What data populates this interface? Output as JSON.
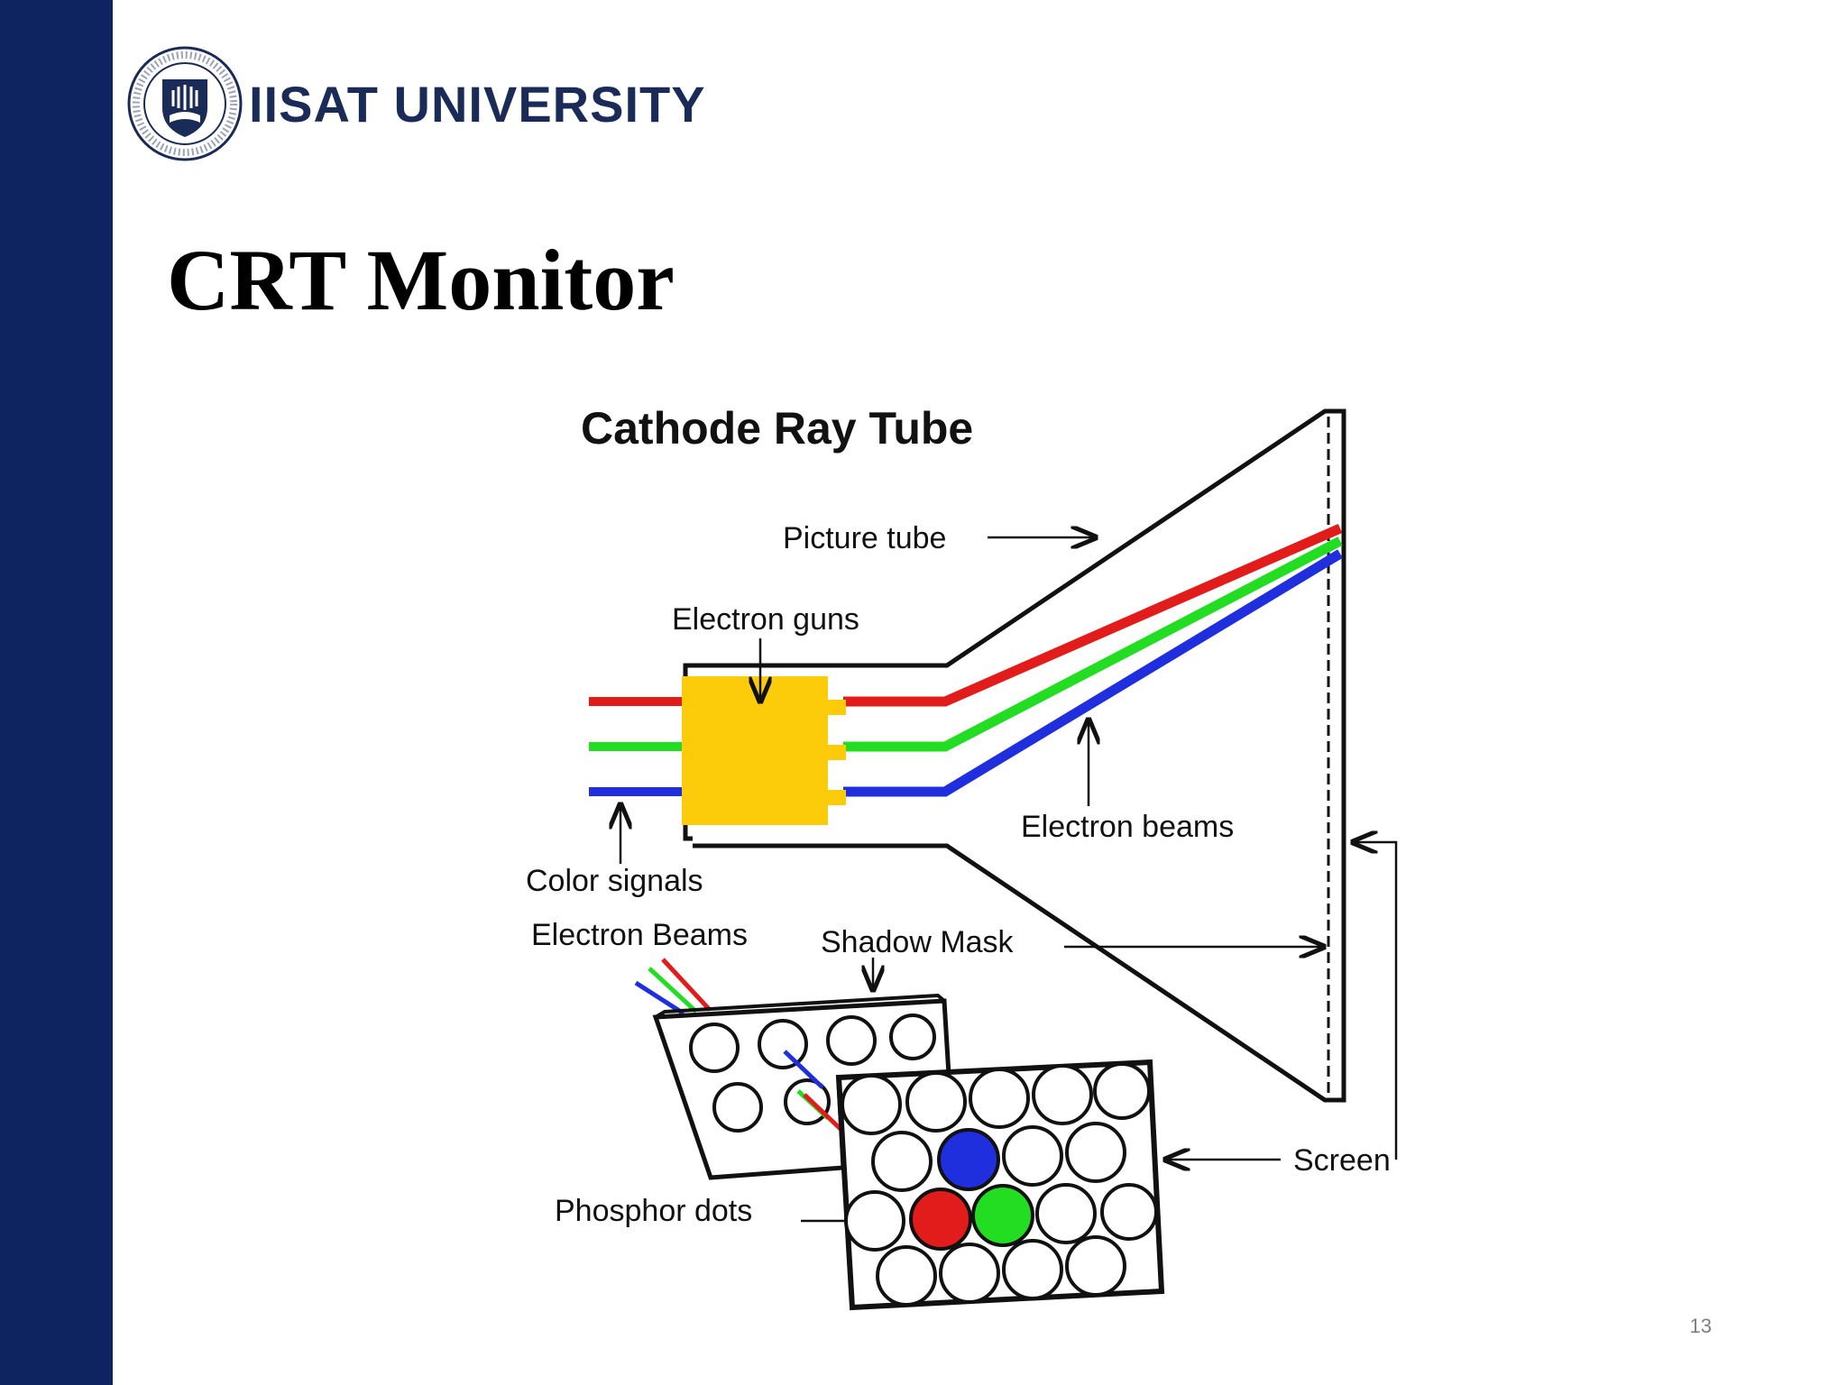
{
  "brand": {
    "name": "IISAT UNIVERSITY"
  },
  "slide": {
    "title": "CRT Monitor",
    "page_number": "13"
  },
  "diagram": {
    "title": "Cathode Ray Tube",
    "labels": {
      "picture_tube": "Picture tube",
      "electron_guns": "Electron guns",
      "electron_beams": "Electron beams",
      "color_signals": "Color signals",
      "electron_beams_inset": "Electron Beams",
      "shadow_mask": "Shadow Mask",
      "screen": "Screen",
      "phosphor_dots": "Phosphor dots"
    },
    "colors": {
      "red": "#e21b1b",
      "green": "#22dd22",
      "blue": "#1f2fdd",
      "gun": "#fccc0a"
    }
  }
}
